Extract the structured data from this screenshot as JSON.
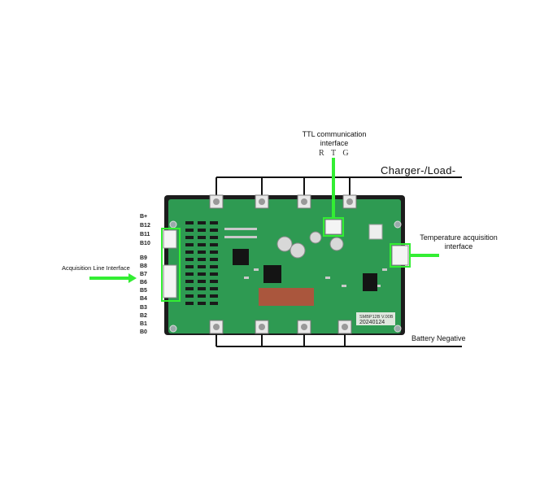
{
  "labels": {
    "ttl": "TTL communication interface",
    "rtg": "R T G",
    "charger_load": "Charger-/Load-",
    "temperature": "Temperature acquisition interface",
    "acquisition_line": "Acquisition Line Interface",
    "battery_negative": "Battery Negative"
  },
  "pins": [
    "B+",
    "B12",
    "B11",
    "B10",
    "B9",
    "B8",
    "B7",
    "B6",
    "B5",
    "B4",
    "B3",
    "B2",
    "B1",
    "B0"
  ],
  "board_marking": {
    "model": "SMBP12B V.00B",
    "date": "20240124"
  },
  "colors": {
    "highlight": "#33ee33",
    "pcb": "#2e9a52",
    "wire": "#111111"
  }
}
